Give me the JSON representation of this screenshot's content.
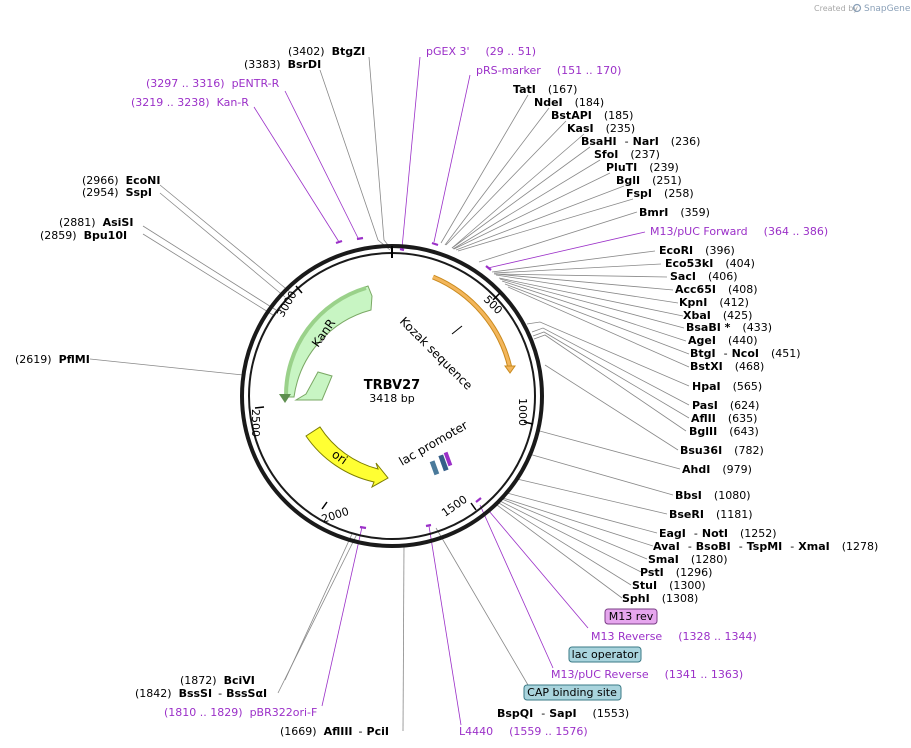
{
  "credit": {
    "prefix": "Created by",
    "brand": "SnapGene"
  },
  "plasmid": {
    "name": "TRBV27",
    "length": "3418 bp"
  },
  "ticks": [
    "500",
    "1000",
    "1500",
    "2000",
    "2500",
    "3000"
  ],
  "inner_features": {
    "kozak": "Kozak sequence",
    "lac_promoter": "lac promoter",
    "kanr": "KanR",
    "ori": "ori"
  },
  "sites": [
    {
      "id": "btgzi",
      "pos": "(3402)",
      "name": "BtgZI"
    },
    {
      "id": "bsrdi",
      "pos": "(3383)",
      "name": "BsrDI"
    },
    {
      "id": "econi",
      "pos": "(2966)",
      "name": "EcoNI"
    },
    {
      "id": "sspi",
      "pos": "(2954)",
      "name": "SspI"
    },
    {
      "id": "asisi",
      "pos": "(2881)",
      "name": "AsiSI"
    },
    {
      "id": "bpu10i",
      "pos": "(2859)",
      "name": "Bpu10I"
    },
    {
      "id": "pflmi",
      "pos": "(2619)",
      "name": "PflMI"
    },
    {
      "id": "bcivi",
      "pos": "(1872)",
      "name": "BciVI"
    },
    {
      "id": "bsssi",
      "pos": "(1842)",
      "name": "BssSI",
      "name2": "BssSαI"
    },
    {
      "id": "afliii",
      "pos": "(1669)",
      "name": "AflIII",
      "name2": "PciI"
    },
    {
      "id": "tati",
      "name": "TatI",
      "pos": "(167)"
    },
    {
      "id": "ndei",
      "name": "NdeI",
      "pos": "(184)"
    },
    {
      "id": "bstapi",
      "name": "BstAPI",
      "pos": "(185)"
    },
    {
      "id": "kasi",
      "name": "KasI",
      "pos": "(235)"
    },
    {
      "id": "bsahi",
      "name": "BsaHI",
      "name2": "NarI",
      "pos": "(236)"
    },
    {
      "id": "sfoi",
      "name": "SfoI",
      "pos": "(237)"
    },
    {
      "id": "plutI",
      "name": "PluTI",
      "pos": "(239)"
    },
    {
      "id": "bgli",
      "name": "BglI",
      "pos": "(251)"
    },
    {
      "id": "fspi",
      "name": "FspI",
      "pos": "(258)"
    },
    {
      "id": "bmri",
      "name": "BmrI",
      "pos": "(359)"
    },
    {
      "id": "ecori",
      "name": "EcoRI",
      "pos": "(396)"
    },
    {
      "id": "eco53ki",
      "name": "Eco53kI",
      "pos": "(404)"
    },
    {
      "id": "saci",
      "name": "SacI",
      "pos": "(406)"
    },
    {
      "id": "acc65i",
      "name": "Acc65I",
      "pos": "(408)"
    },
    {
      "id": "kpni",
      "name": "KpnI",
      "pos": "(412)"
    },
    {
      "id": "xbai",
      "name": "XbaI",
      "pos": "(425)"
    },
    {
      "id": "bsabi",
      "name": "BsaBI *",
      "pos": "(433)"
    },
    {
      "id": "agei",
      "name": "AgeI",
      "pos": "(440)"
    },
    {
      "id": "btgi",
      "name": "BtgI",
      "name2": "NcoI",
      "pos": "(451)"
    },
    {
      "id": "bstxi",
      "name": "BstXI",
      "pos": "(468)"
    },
    {
      "id": "hpai",
      "name": "HpaI",
      "pos": "(565)"
    },
    {
      "id": "pasi",
      "name": "PasI",
      "pos": "(624)"
    },
    {
      "id": "aflii",
      "name": "AflII",
      "pos": "(635)"
    },
    {
      "id": "bglii",
      "name": "BglII",
      "pos": "(643)"
    },
    {
      "id": "bsu36i",
      "name": "Bsu36I",
      "pos": "(782)"
    },
    {
      "id": "ahdi",
      "name": "AhdI",
      "pos": "(979)"
    },
    {
      "id": "bbsi",
      "name": "BbsI",
      "pos": "(1080)"
    },
    {
      "id": "bseri",
      "name": "BseRI",
      "pos": "(1181)"
    },
    {
      "id": "eagi",
      "name": "EagI",
      "name2": "NotI",
      "pos": "(1252)"
    },
    {
      "id": "avai",
      "name": "AvaI",
      "name2": "BsoBI",
      "name3": "TspMI",
      "name4": "XmaI",
      "pos": "(1278)"
    },
    {
      "id": "smai",
      "name": "SmaI",
      "pos": "(1280)"
    },
    {
      "id": "psti",
      "name": "PstI",
      "pos": "(1296)"
    },
    {
      "id": "stui",
      "name": "StuI",
      "pos": "(1300)"
    },
    {
      "id": "sphi",
      "name": "SphI",
      "pos": "(1308)"
    },
    {
      "id": "bspqi",
      "name": "BspQI",
      "name2": "SapI",
      "pos": "(1553)"
    }
  ],
  "primers": [
    {
      "id": "pentr",
      "range": "(3297 .. 3316)",
      "name": "pENTR-R"
    },
    {
      "id": "kanr",
      "range": "(3219 .. 3238)",
      "name": "Kan-R"
    },
    {
      "id": "pgex",
      "name": "pGEX 3'",
      "range": "(29 .. 51)"
    },
    {
      "id": "prs",
      "name": "pRS-marker",
      "range": "(151 .. 170)"
    },
    {
      "id": "m13f",
      "name": "M13/pUC Forward",
      "range": "(364 .. 386)"
    },
    {
      "id": "m13rev",
      "name": "M13 Reverse",
      "range": "(1328 .. 1344)"
    },
    {
      "id": "m13puc",
      "name": "M13/pUC Reverse",
      "range": "(1341 .. 1363)"
    },
    {
      "id": "pbr",
      "range": "(1810 .. 1829)",
      "name": "pBR322ori-F"
    },
    {
      "id": "l4440",
      "name": "L4440",
      "range": "(1559 .. 1576)"
    }
  ],
  "boxes": [
    {
      "id": "m13revbox",
      "text": "M13 rev",
      "color": "#e6a6ee"
    },
    {
      "id": "lacop",
      "text": "lac operator",
      "color": "#a9d4dd"
    },
    {
      "id": "cap",
      "text": "CAP binding site",
      "color": "#a9d4dd"
    }
  ],
  "colors": {
    "kanr": "#c8f5c3",
    "kanr_edge": "#9ad18a",
    "ori": "#ffff33",
    "kozak_arrow": "#f3b65b",
    "primer": "#9b30c8"
  }
}
